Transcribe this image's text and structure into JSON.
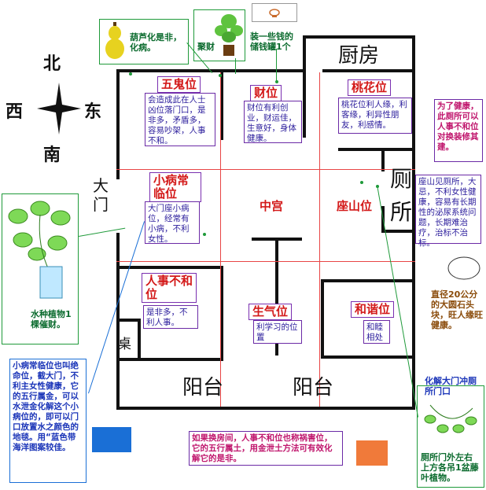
{
  "compass": {
    "north": "北",
    "south": "南",
    "west": "西",
    "east": "东"
  },
  "rooms": {
    "kitchen": "厨房",
    "toilet_line1": "厕",
    "toilet_line2": "所",
    "balcony_left": "阳台",
    "balcony_right": "阳台",
    "door_line1": "大",
    "door_line2": "门",
    "desk": "桌"
  },
  "zones": {
    "wugui": {
      "title": "五鬼位",
      "note": "会造成此在人士凶位落门口，是非多，矛盾多，容易吵架，人事不和。"
    },
    "caiwei": {
      "title": "财位",
      "note": "财位有利创业，财运佳，生意好，身体健康。"
    },
    "taohua": {
      "title": "桃花位",
      "note": "桃花位利人缘，利客缘，利异性朋友，利感情。"
    },
    "xiaobing": {
      "title": "小病常临位",
      "note": "大门座小病位，经常有小病，不利女性。"
    },
    "zhonggong": {
      "title": "中宫"
    },
    "zuoshan": {
      "title": "座山位",
      "note": "座山见厕所，大忌，不利女性健康，容易有长期性的泌尿系统问题，长期难治疗，治标不治标。"
    },
    "renshi": {
      "title": "人事不和位",
      "note": "是非多，不利人事。"
    },
    "shengqi": {
      "title": "生气位",
      "note": "利学习的位置"
    },
    "hexie": {
      "title": "和谐位",
      "note": "和睦相处"
    }
  },
  "annotations": {
    "gourd": "葫芦化是非，化病。",
    "jucai": "聚财",
    "coins": "装一些钱的储钱罐1个",
    "toilet_health": "为了健康，此厕所可以人事不和位对换装修其建。",
    "stone": "直径20公分的大圆石头块，旺人缘旺健康。",
    "water_plant": "水种植物1棵催财。",
    "xiaobing_fix": "小病常临位也叫绝命位，截大门，不利主女性健康，它的五行属金，可以水泄金化解这个小病位的，即可以门口放置水之颜色的地毯。用“蓝色带海洋图案较佳。",
    "renshi_fix": "如果换房间，人事不和位也称祸害位，它的五行属土，用金泄土方法可有效化解它的是非。",
    "door_fix": "化解大门冲厕所门口",
    "vine": "厕所门外左右上方各吊1盆藤叶植物。"
  },
  "colors": {
    "wall": "#111111",
    "grid_line": "#e84545",
    "zone_title": "#d31919",
    "note_text": "#2b1d9c",
    "note_border": "#6b2aa6",
    "annotation_green": "#0b6b2e",
    "blue_square": "#1a6fd6",
    "orange_square": "#f07a3a"
  }
}
